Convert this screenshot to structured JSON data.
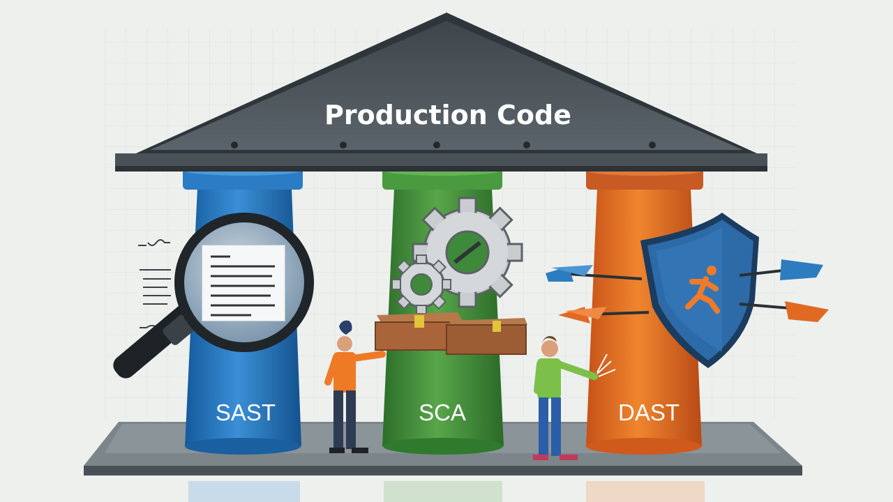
{
  "title": "Production Code",
  "pillars": [
    {
      "label": "SAST",
      "color": "#1f6db3"
    },
    {
      "label": "SCA",
      "color": "#3e8a3a"
    },
    {
      "label": "DAST",
      "color": "#e06a22"
    }
  ],
  "colors": {
    "roof": "#4a5258",
    "background": "#eef0ef",
    "shield": "#2d6aa8",
    "runner": "#f07a2a"
  },
  "icons": [
    "magnifier-icon",
    "document-icon",
    "gear-icon",
    "package-box-icon",
    "shield-icon",
    "runner-icon",
    "arrow-icon",
    "person-icon"
  ]
}
